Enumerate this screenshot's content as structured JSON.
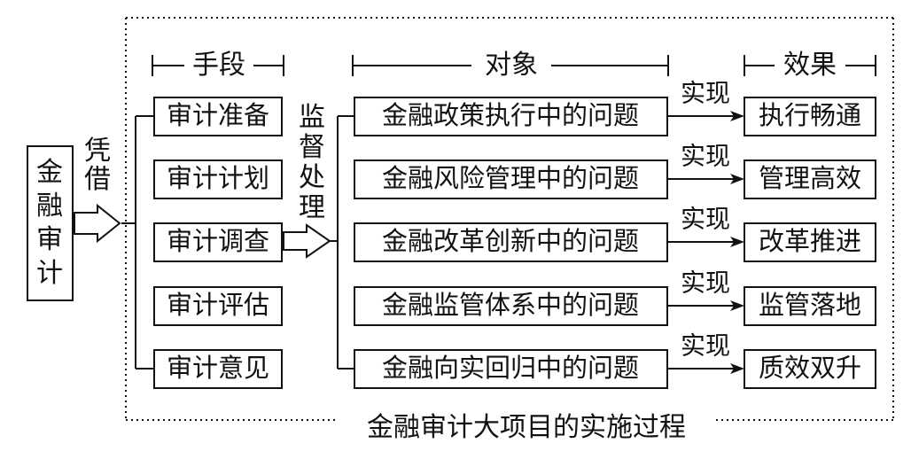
{
  "source": {
    "label": "金融审计",
    "arrow_label": "凭借"
  },
  "means": {
    "header": "手段",
    "items": [
      "审计准备",
      "审计计划",
      "审计调查",
      "审计评估",
      "审计意见"
    ]
  },
  "connector_label": "监督处理",
  "objects": {
    "header": "对象",
    "items": [
      "金融政策执行中的问题",
      "金融风险管理中的问题",
      "金融改革创新中的问题",
      "金融监管体系中的问题",
      "金融向实回归中的问题"
    ]
  },
  "arrow_label": "实现",
  "effects": {
    "header": "效果",
    "items": [
      "执行畅通",
      "管理高效",
      "改革推进",
      "监管落地",
      "质效双升"
    ]
  },
  "frame_caption": "金融审计大项目的实施过程"
}
